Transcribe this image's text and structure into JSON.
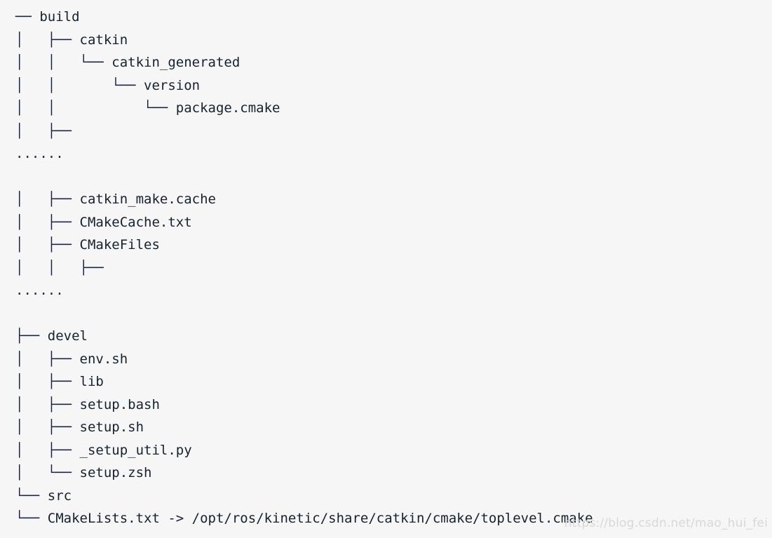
{
  "document": {
    "type": "terminal-directory-tree",
    "background_color": "#f6f6f7",
    "text_color": "#16213e",
    "watermark": {
      "text": "https://blog.csdn.net/mao_hui_fei",
      "color": "#d8d8da"
    }
  },
  "tree": {
    "lines": [
      {
        "id": "l01",
        "kind": "entry",
        "glyphs": "── ",
        "name": "build"
      },
      {
        "id": "l02",
        "kind": "entry",
        "glyphs": "│   ├── ",
        "name": "catkin"
      },
      {
        "id": "l03",
        "kind": "entry",
        "glyphs": "│   │   └── ",
        "name": "catkin_generated"
      },
      {
        "id": "l04",
        "kind": "entry",
        "glyphs": "│   │       └── ",
        "name": "version"
      },
      {
        "id": "l05",
        "kind": "entry",
        "glyphs": "│   │           └── ",
        "name": "package.cmake"
      },
      {
        "id": "l06",
        "kind": "entry",
        "glyphs": "│   ├──",
        "name": ""
      },
      {
        "id": "l07",
        "kind": "dots",
        "glyphs": "......",
        "name": ""
      },
      {
        "id": "l08",
        "kind": "spacer",
        "glyphs": "",
        "name": ""
      },
      {
        "id": "l09",
        "kind": "entry",
        "glyphs": "│   ├── ",
        "name": "catkin_make.cache"
      },
      {
        "id": "l10",
        "kind": "entry",
        "glyphs": "│   ├── ",
        "name": "CMakeCache.txt"
      },
      {
        "id": "l11",
        "kind": "entry",
        "glyphs": "│   ├── ",
        "name": "CMakeFiles"
      },
      {
        "id": "l12",
        "kind": "entry",
        "glyphs": "│   │   ├──",
        "name": ""
      },
      {
        "id": "l13",
        "kind": "dots",
        "glyphs": "......",
        "name": ""
      },
      {
        "id": "l14",
        "kind": "spacer",
        "glyphs": "",
        "name": ""
      },
      {
        "id": "l15",
        "kind": "entry",
        "glyphs": "├── ",
        "name": "devel"
      },
      {
        "id": "l16",
        "kind": "entry",
        "glyphs": "│   ├── ",
        "name": "env.sh"
      },
      {
        "id": "l17",
        "kind": "entry",
        "glyphs": "│   ├── ",
        "name": "lib"
      },
      {
        "id": "l18",
        "kind": "entry",
        "glyphs": "│   ├── ",
        "name": "setup.bash"
      },
      {
        "id": "l19",
        "kind": "entry",
        "glyphs": "│   ├── ",
        "name": "setup.sh"
      },
      {
        "id": "l20",
        "kind": "entry",
        "glyphs": "│   ├── ",
        "name": "_setup_util.py"
      },
      {
        "id": "l21",
        "kind": "entry",
        "glyphs": "│   └── ",
        "name": "setup.zsh"
      },
      {
        "id": "l22",
        "kind": "entry",
        "glyphs": "└── ",
        "name": "src"
      },
      {
        "id": "l23",
        "kind": "entry",
        "glyphs": "└── ",
        "name": "CMakeLists.txt -> /opt/ros/kinetic/share/catkin/cmake/toplevel.cmake"
      }
    ]
  }
}
